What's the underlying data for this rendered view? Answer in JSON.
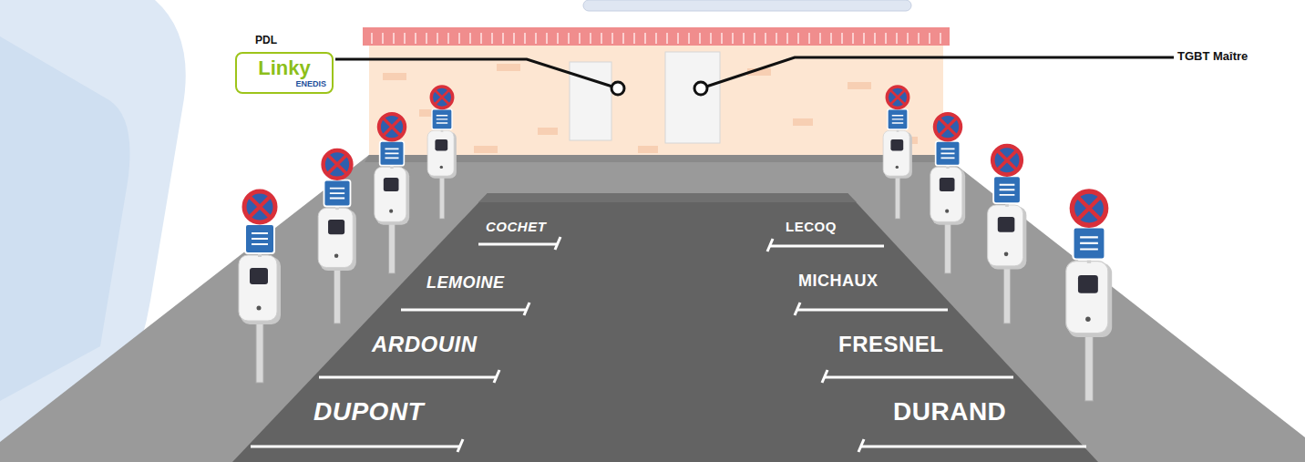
{
  "diagram": {
    "nodes": [
      {
        "text": [
          "PDL",
          "Linky",
          "ENEDIS"
        ]
      }
    ],
    "labels": [
      "TGBT Maître",
      "COCHET",
      "LEMOINE",
      "ARDOUIN",
      "DUPONT",
      "LECOQ",
      "MICHAUX",
      "FRESNEL",
      "DURAND"
    ]
  }
}
